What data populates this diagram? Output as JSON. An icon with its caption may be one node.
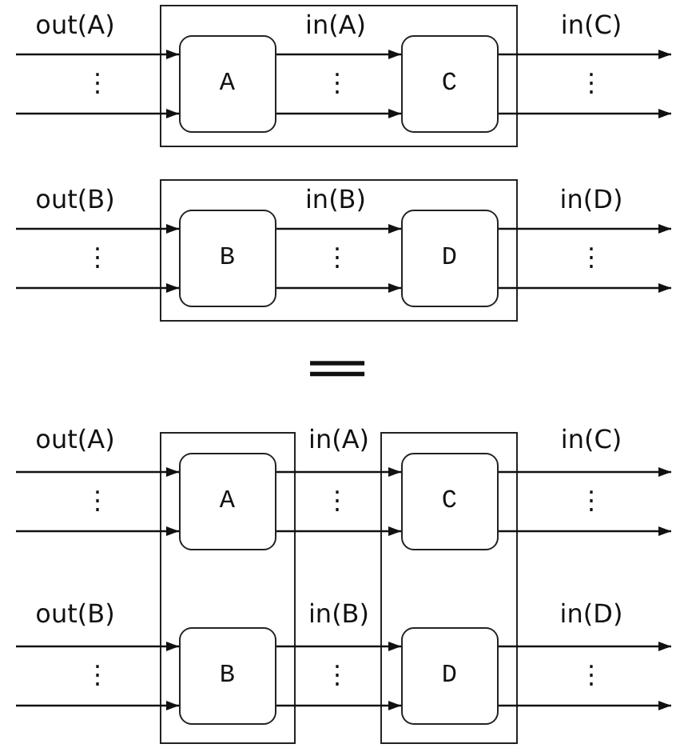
{
  "diagram": {
    "nodes": [
      {
        "text": [],
        "shape": "box"
      },
      {
        "text": [
          "A"
        ],
        "in": 0
      },
      {
        "text": [
          "C"
        ],
        "in": 0
      },
      {
        "text": [],
        "shape": "box"
      },
      {
        "text": [
          "B"
        ],
        "in": 3
      },
      {
        "text": [
          "D"
        ],
        "in": 3
      },
      {
        "text": [],
        "shape": "box"
      },
      {
        "text": [
          "A"
        ],
        "in": 6
      },
      {
        "text": [
          "B"
        ],
        "in": 6
      },
      {
        "text": [],
        "shape": "box"
      },
      {
        "text": [
          "C"
        ],
        "in": 9
      },
      {
        "text": [
          "D"
        ],
        "in": 9
      }
    ],
    "edges": [
      {
        "from": null,
        "to": 1,
        "arrow": "to"
      },
      {
        "from": null,
        "to": 1,
        "arrow": "to"
      },
      {
        "from": 1,
        "to": 2,
        "arrow": "to"
      },
      {
        "from": 1,
        "to": 2,
        "arrow": "to"
      },
      {
        "from": 2,
        "to": null,
        "arrow": "to"
      },
      {
        "from": 2,
        "to": null,
        "arrow": "to"
      },
      {
        "from": null,
        "to": 4,
        "arrow": "to"
      },
      {
        "from": null,
        "to": 4,
        "arrow": "to"
      },
      {
        "from": 4,
        "to": 5,
        "arrow": "to"
      },
      {
        "from": 4,
        "to": 5,
        "arrow": "to"
      },
      {
        "from": 5,
        "to": null,
        "arrow": "to"
      },
      {
        "from": 5,
        "to": null,
        "arrow": "to"
      },
      {
        "from": null,
        "to": 7,
        "arrow": "to"
      },
      {
        "from": null,
        "to": 7,
        "arrow": "to"
      },
      {
        "from": 7,
        "to": 10,
        "arrow": "to"
      },
      {
        "from": 7,
        "to": 10,
        "arrow": "to"
      },
      {
        "from": 10,
        "to": null,
        "arrow": "to"
      },
      {
        "from": 10,
        "to": null,
        "arrow": "to"
      },
      {
        "from": null,
        "to": 8,
        "arrow": "to"
      },
      {
        "from": null,
        "to": 8,
        "arrow": "to"
      },
      {
        "from": 8,
        "to": 11,
        "arrow": "to"
      },
      {
        "from": 8,
        "to": 11,
        "arrow": "to"
      },
      {
        "from": 11,
        "to": null,
        "arrow": "to"
      },
      {
        "from": 11,
        "to": null,
        "arrow": "to"
      }
    ],
    "labels": [
      "out(A)",
      "in(A)",
      "in(C)",
      "⋮",
      "⋮",
      "⋮",
      "out(B)",
      "in(B)",
      "in(D)",
      "⋮",
      "⋮",
      "⋮",
      "=",
      "out(A)",
      "in(A)",
      "in(C)",
      "⋮",
      "⋮",
      "⋮",
      "out(B)",
      "in(B)",
      "in(D)",
      "⋮",
      "⋮",
      "⋮"
    ]
  }
}
